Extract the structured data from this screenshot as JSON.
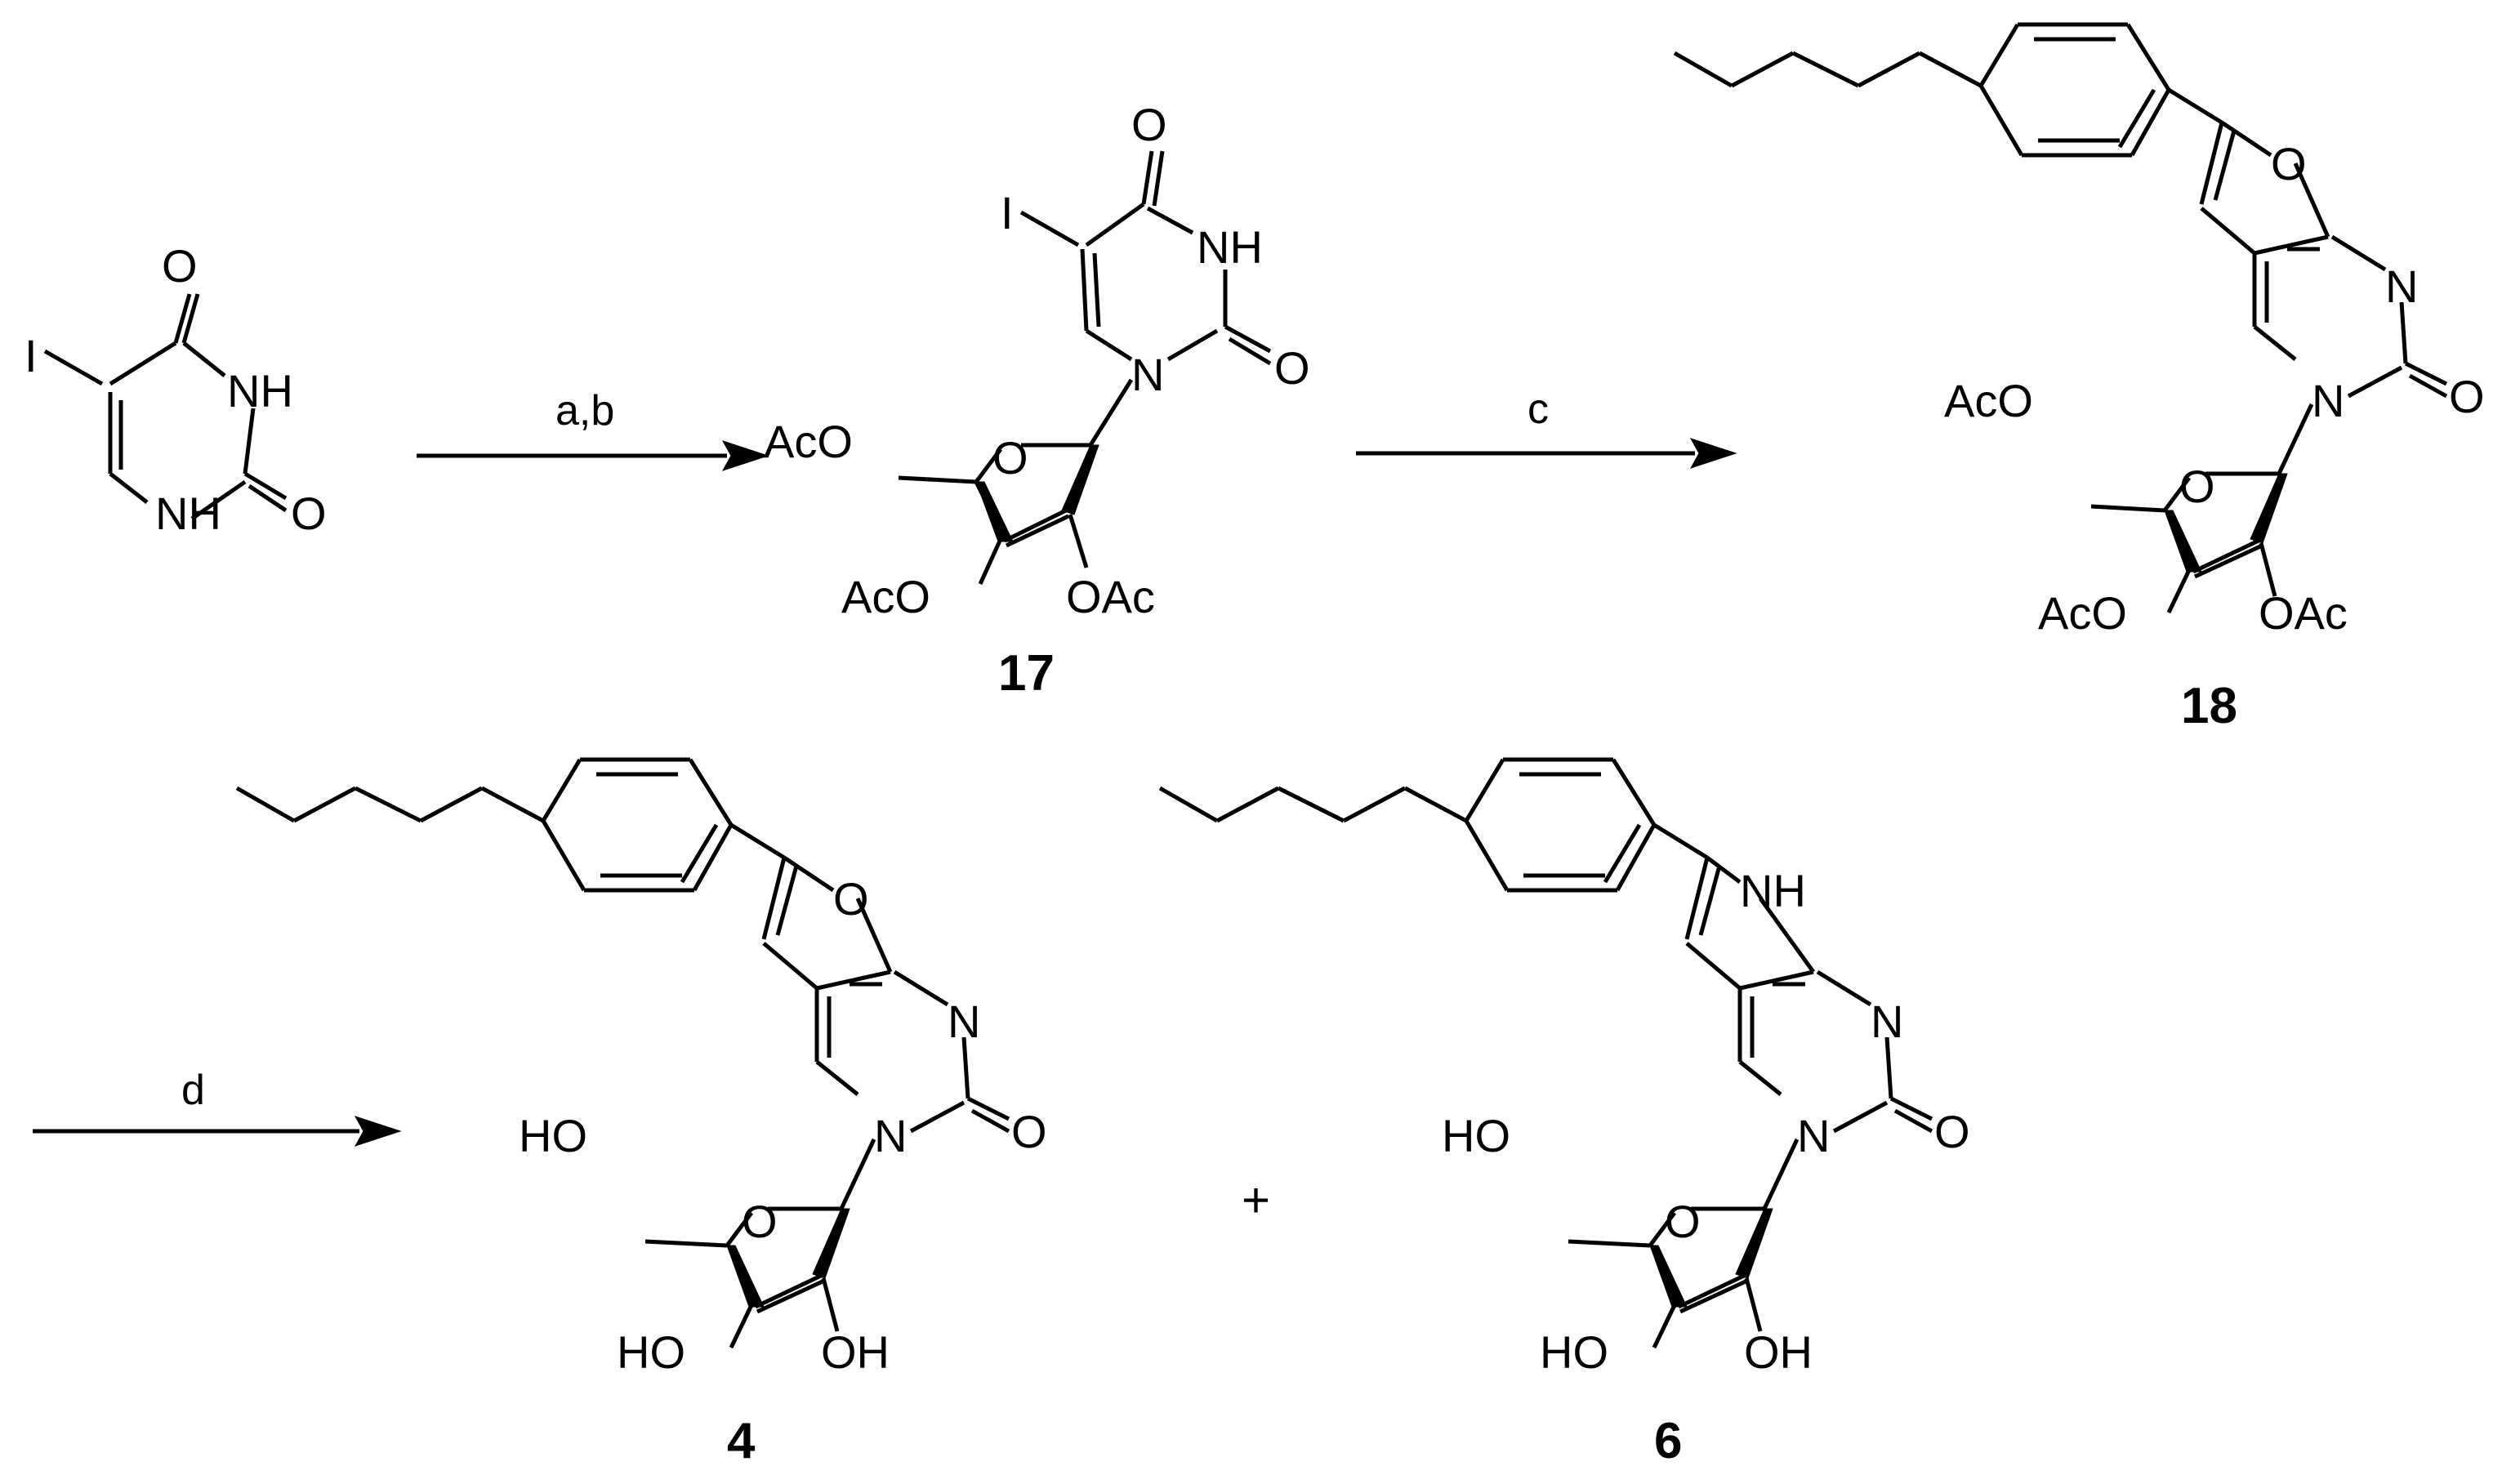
{
  "scheme": {
    "reagents": {
      "step1": "a,b",
      "step2": "c",
      "step3": "d"
    },
    "compound_labels": {
      "c17": "17",
      "c18": "18",
      "c4": "4",
      "c6": "6"
    },
    "plus_sign": "+",
    "start_material": {
      "iodo": "I",
      "oxo_top": "O",
      "nh_top": "NH",
      "oxo_side": "O",
      "nh_bottom": "NH"
    },
    "compound_17": {
      "iodo": "I",
      "oxo_top": "O",
      "nh": "NH",
      "oxo_side": "O",
      "n1": "N",
      "ring_o": "O",
      "aco_5": "AcO",
      "aco_3": "AcO",
      "oac_2": "OAc"
    },
    "compound_18": {
      "furan_o": "O",
      "n3": "N",
      "oxo": "O",
      "n1": "N",
      "ring_o": "O",
      "aco_5": "AcO",
      "aco_3": "AcO",
      "oac_2": "OAc"
    },
    "compound_4": {
      "furan_o": "O",
      "n3": "N",
      "oxo": "O",
      "n1": "N",
      "ring_o": "O",
      "ho_5": "HO",
      "ho_3": "HO",
      "oh_2": "OH"
    },
    "compound_6": {
      "pyrrole_nh": "NH",
      "n3": "N",
      "oxo": "O",
      "n1": "N",
      "ring_o": "O",
      "ho_5": "HO",
      "ho_3": "HO",
      "oh_2": "OH"
    }
  }
}
